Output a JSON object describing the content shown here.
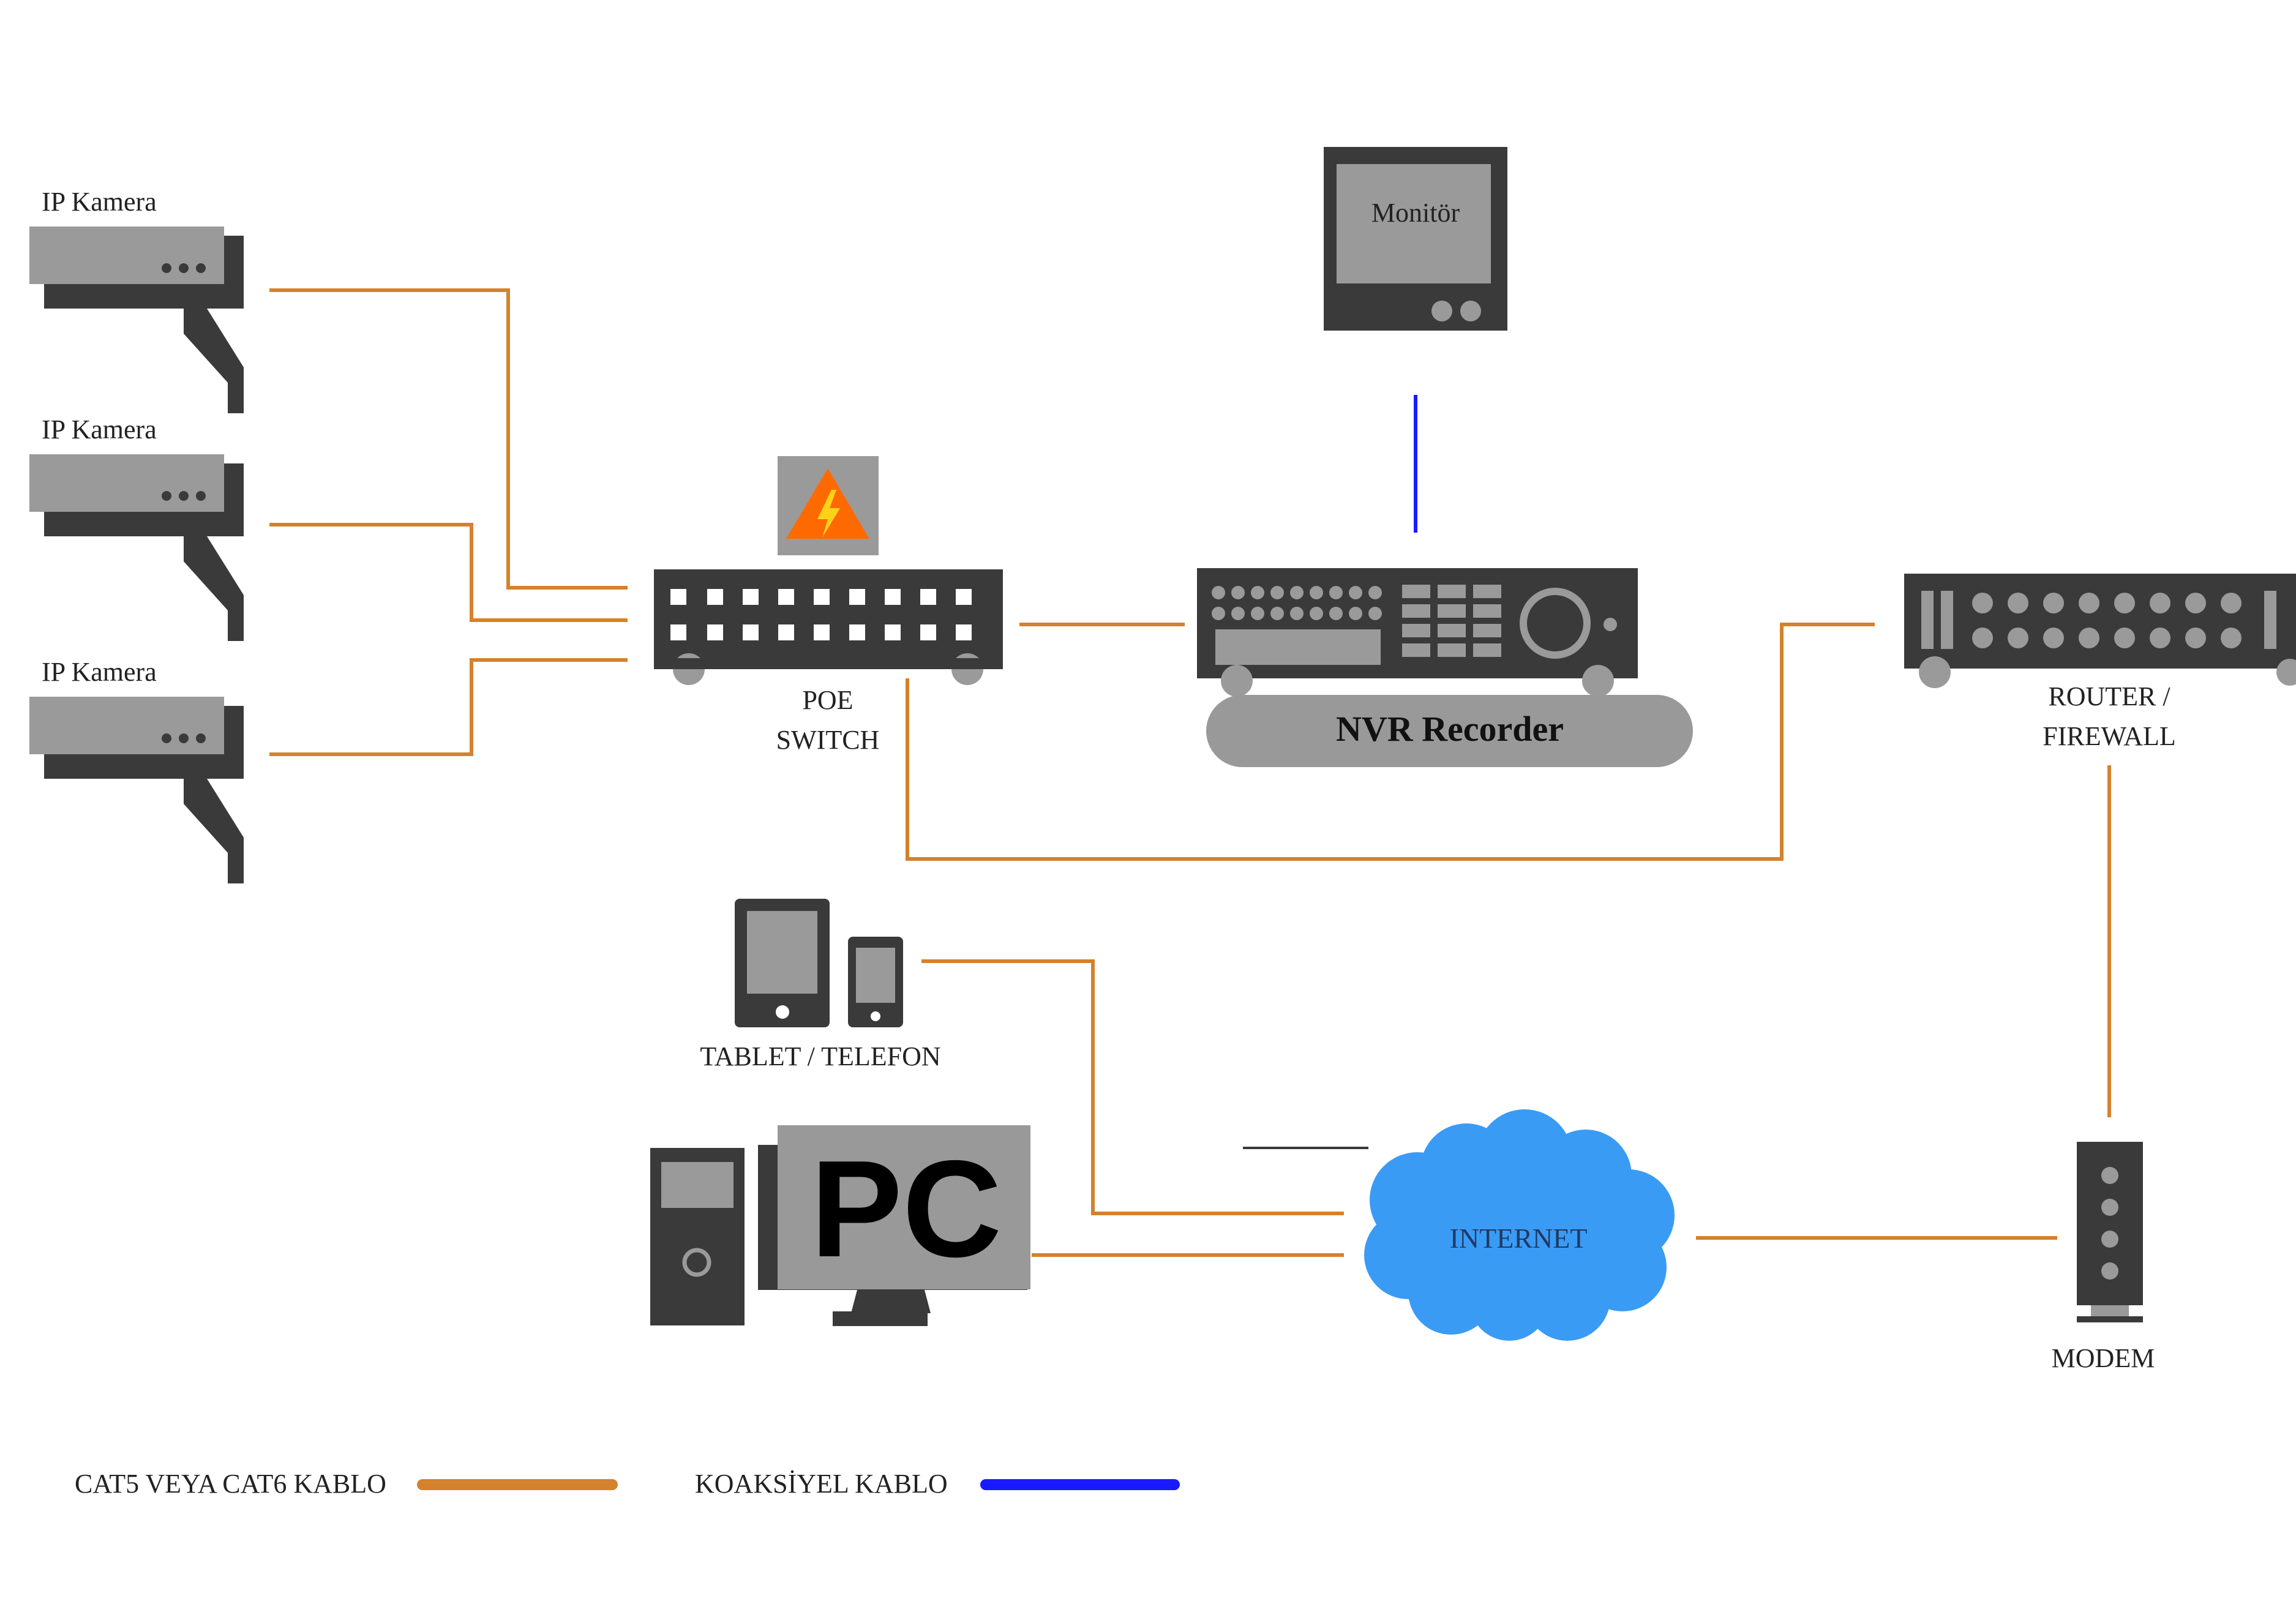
{
  "cameras": [
    {
      "label": "IP Kamera"
    },
    {
      "label": "IP Kamera"
    },
    {
      "label": "IP Kamera"
    }
  ],
  "poe_switch": {
    "label_line1": "POE",
    "label_line2": "SWITCH"
  },
  "monitor": {
    "label": "Monitör"
  },
  "nvr": {
    "label": "NVR Recorder"
  },
  "router": {
    "label_line1": "ROUTER /",
    "label_line2": "FIREWALL"
  },
  "mobile": {
    "label": "TABLET / TELEFON"
  },
  "pc": {
    "label": "PC"
  },
  "internet": {
    "label": "INTERNET"
  },
  "modem": {
    "label": "MODEM"
  },
  "legend": {
    "cat_label": "CAT5 VEYA CAT6 KABLO",
    "coax_label": "KOAKSİYEL KABLO"
  },
  "colors": {
    "cat_cable": "#d4822c",
    "coax_cable": "#1a1aff",
    "device": "#3a3a3a",
    "device_light": "#9a9a9a",
    "cloud": "#3a9bf5",
    "warning": "#ff6a00"
  }
}
